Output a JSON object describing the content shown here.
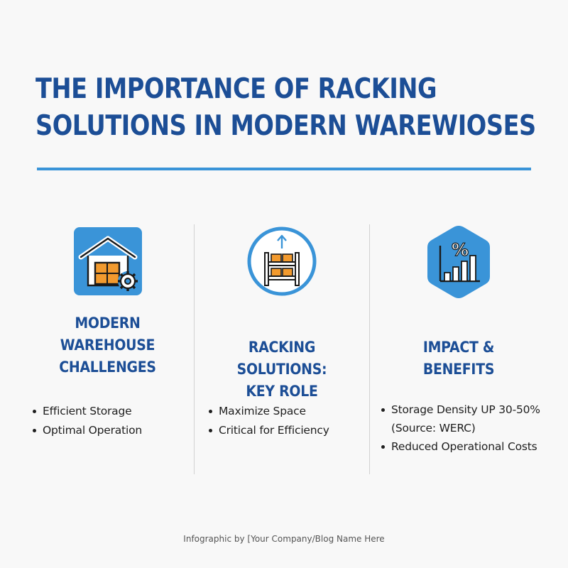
{
  "header": {
    "title_line1": "THE IMPORTANCE OF RACKING",
    "title_line2": "SOLUTIONS IN MODERN WAREWIOSES"
  },
  "columns": [
    {
      "icon": "warehouse-gear-icon",
      "title_lines": [
        "MODERN",
        "WAREHOUSE",
        "CHALLENGES"
      ],
      "bullets": [
        "Efficient Storage",
        "Optimal Operation"
      ]
    },
    {
      "icon": "racking-shelf-icon",
      "title_lines": [
        "RACKING SOLUTIONS:",
        "KEY ROLE"
      ],
      "bullets": [
        "Maximize Space",
        "Critical for Efficiency"
      ]
    },
    {
      "icon": "percent-bar-chart-icon",
      "title_lines": [
        "IMPACT &",
        "BENEFITS"
      ],
      "bullets": [
        "Storage Density UP 30-50%",
        "(Source: WERC)",
        "Reduced Operational Costs"
      ]
    }
  ],
  "icon_text": {
    "percent": "%"
  },
  "footer": {
    "credit": "Infographic by [Your Company/Blog Name Here"
  },
  "colors": {
    "title_blue": "#1c4e96",
    "accent_blue": "#3a94d8",
    "orange": "#f29a2e",
    "background": "#f8f8f8"
  }
}
